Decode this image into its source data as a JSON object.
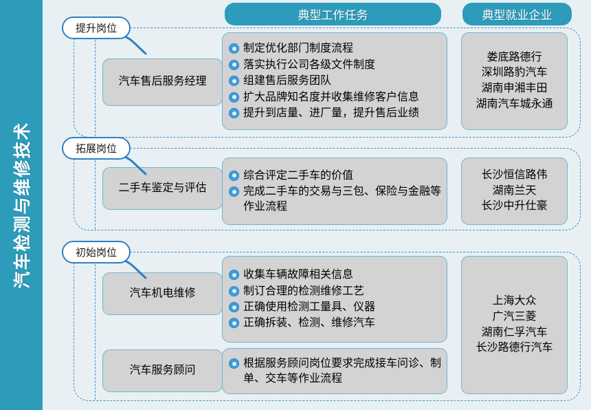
{
  "diagram": {
    "title_vertical": "汽车检测与维修技术",
    "colors": {
      "sidebar": "#2d9cbb",
      "panel_background": "#e8f0f3",
      "header_pill": "#2d9cbb",
      "bullet": "#3c9bdb",
      "box_fill": "#d3d3d3",
      "box_border": "#6fb4cf",
      "dashed_frame": "#3f8fd0",
      "label_border": "#2f7fc4"
    },
    "headers": {
      "tasks": "典型工作任务",
      "companies": "典型就业企业"
    },
    "groups": [
      {
        "stage_label": "提升岗位",
        "positions": [
          {
            "name": "汽车售后服务经理",
            "tasks": [
              "制定优化部门制度流程",
              "落实执行公司各级文件制度",
              "组建售后服务团队",
              "扩大品牌知名度并收集维修客户信息",
              "提升到店量、进厂量，提升售后业绩"
            ]
          }
        ],
        "companies": [
          "娄底路德行",
          "深圳路豹汽车",
          "湖南申湘丰田",
          "湖南汽车城永通"
        ]
      },
      {
        "stage_label": "拓展岗位",
        "positions": [
          {
            "name": "二手车鉴定与评估",
            "tasks": [
              "综合评定二手车的价值",
              "完成二手车的交易与三包、保险与金融等作业流程"
            ]
          }
        ],
        "companies": [
          "长沙恒信路伟",
          "湖南兰天",
          "长沙中升仕豪"
        ]
      },
      {
        "stage_label": "初始岗位",
        "positions": [
          {
            "name": "汽车机电维修",
            "tasks": [
              "收集车辆故障相关信息",
              "制订合理的检测维修工艺",
              "正确使用检测工量具、仪器",
              "正确拆装、检测、维修汽车"
            ]
          },
          {
            "name": "汽车服务顾问",
            "tasks": [
              "根据服务顾问岗位要求完成接车问诊、制单、交车等作业流程"
            ]
          }
        ],
        "companies": [
          "上海大众",
          "广汽三菱",
          "湖南仁孚汽车",
          "长沙路德行汽车"
        ]
      }
    ]
  }
}
